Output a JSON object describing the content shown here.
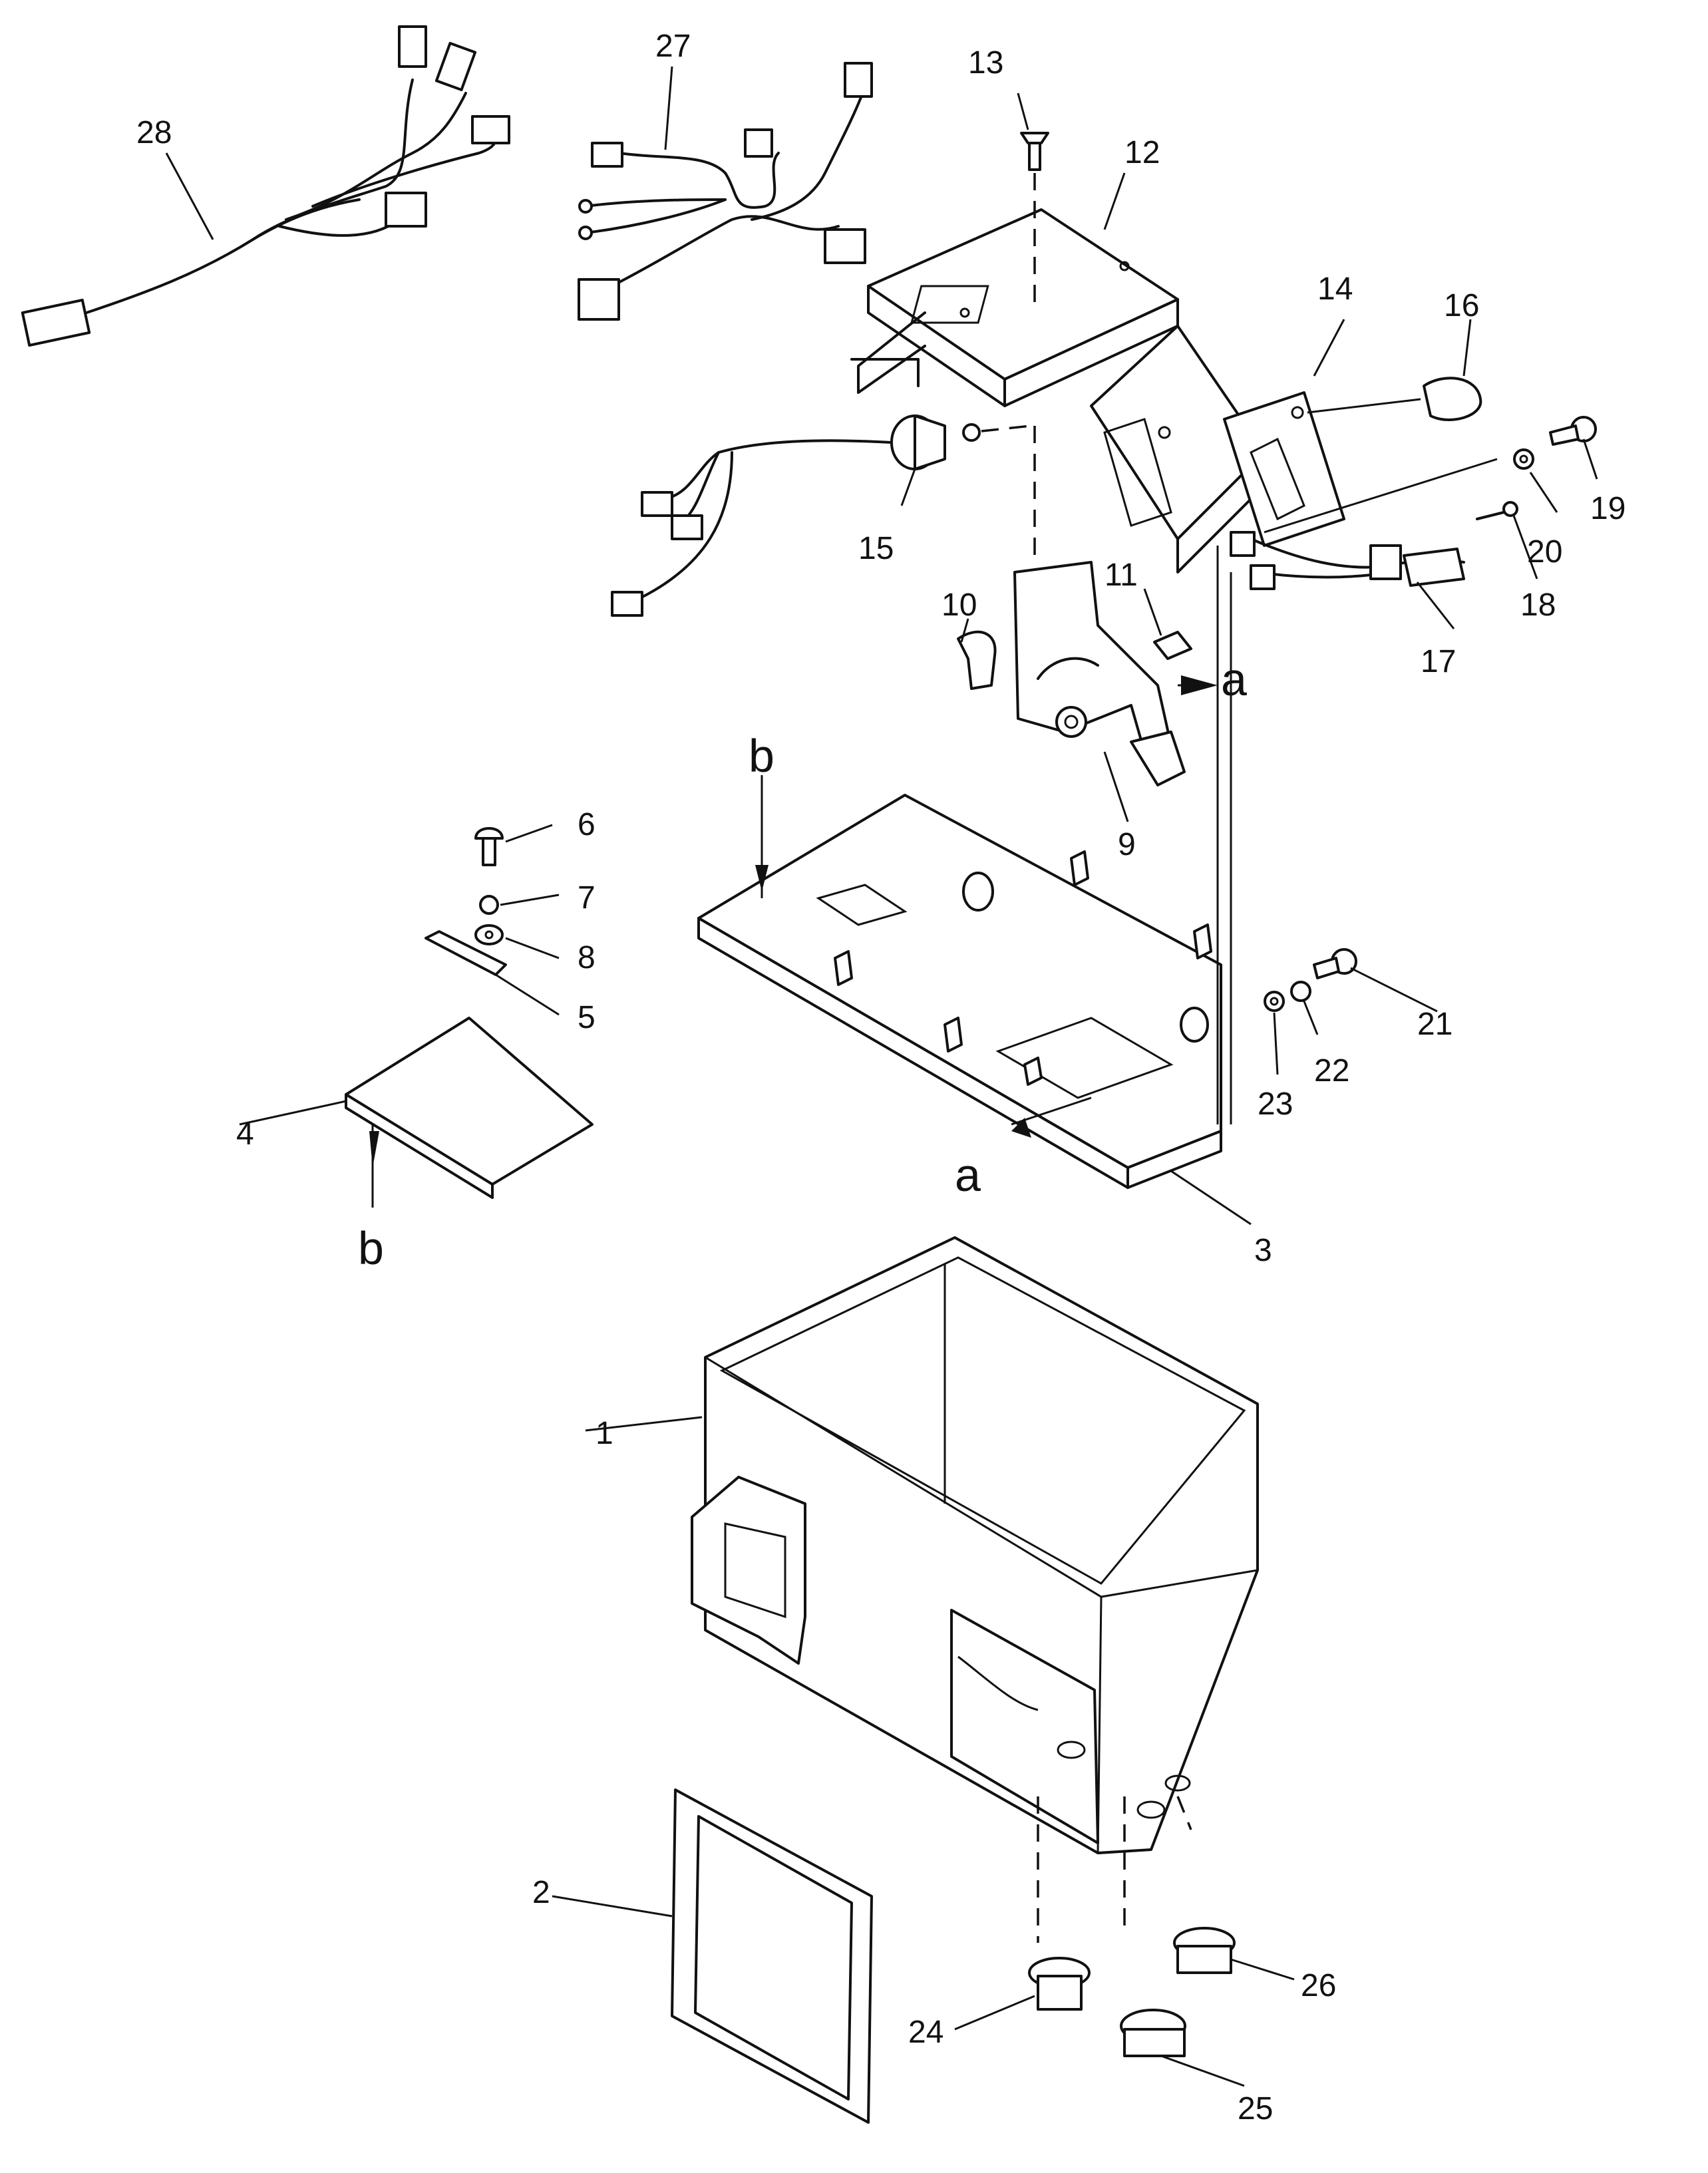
{
  "callouts": [
    {
      "id": "1",
      "text": "1"
    },
    {
      "id": "2",
      "text": "2"
    },
    {
      "id": "3",
      "text": "3"
    },
    {
      "id": "4",
      "text": "4"
    },
    {
      "id": "5",
      "text": "5"
    },
    {
      "id": "6",
      "text": "6"
    },
    {
      "id": "7",
      "text": "7"
    },
    {
      "id": "8",
      "text": "8"
    },
    {
      "id": "9",
      "text": "9"
    },
    {
      "id": "10",
      "text": "10"
    },
    {
      "id": "11",
      "text": "11"
    },
    {
      "id": "12",
      "text": "12"
    },
    {
      "id": "13",
      "text": "13"
    },
    {
      "id": "14",
      "text": "14"
    },
    {
      "id": "15",
      "text": "15"
    },
    {
      "id": "16",
      "text": "16"
    },
    {
      "id": "17",
      "text": "17"
    },
    {
      "id": "18",
      "text": "18"
    },
    {
      "id": "19",
      "text": "19"
    },
    {
      "id": "20",
      "text": "20"
    },
    {
      "id": "21",
      "text": "21"
    },
    {
      "id": "22",
      "text": "22"
    },
    {
      "id": "23",
      "text": "23"
    },
    {
      "id": "24",
      "text": "24"
    },
    {
      "id": "25",
      "text": "25"
    },
    {
      "id": "26",
      "text": "26"
    },
    {
      "id": "27",
      "text": "27"
    },
    {
      "id": "28",
      "text": "28"
    }
  ],
  "view_refs": {
    "a": "a",
    "b": "b"
  }
}
